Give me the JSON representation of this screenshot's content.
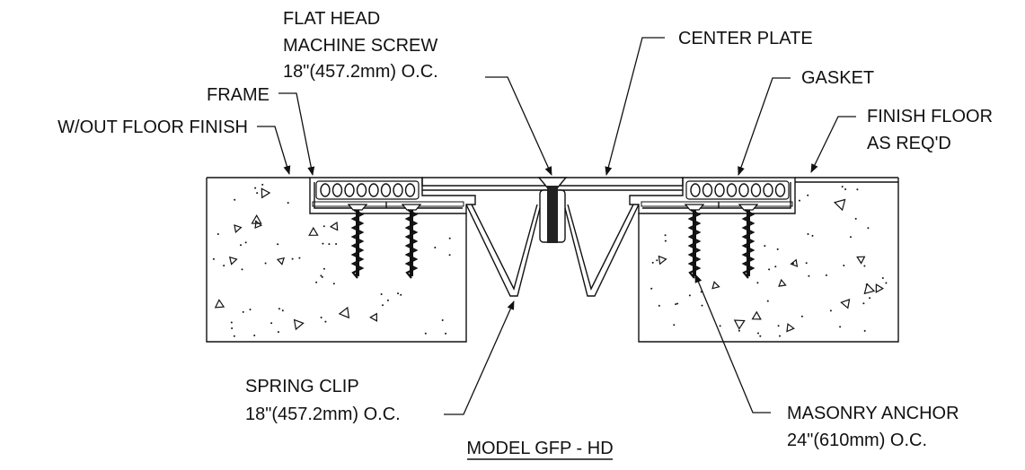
{
  "title": "MODEL GFP - HD",
  "labels": {
    "screw": [
      "FLAT HEAD",
      "MACHINE SCREW",
      "18\"(457.2mm) O.C."
    ],
    "center_plate": [
      "CENTER PLATE"
    ],
    "gasket": [
      "GASKET"
    ],
    "finish_floor": [
      "FINISH FLOOR",
      "AS REQ'D"
    ],
    "frame": [
      "FRAME",
      "W/OUT FLOOR FINISH"
    ],
    "spring_clip": [
      "SPRING CLIP",
      "18\"(457.2mm) O.C."
    ],
    "anchor": [
      "MASONRY ANCHOR",
      "24\"(610mm) O.C."
    ]
  },
  "colors": {
    "ink": "#111111",
    "paper": "#ffffff"
  }
}
